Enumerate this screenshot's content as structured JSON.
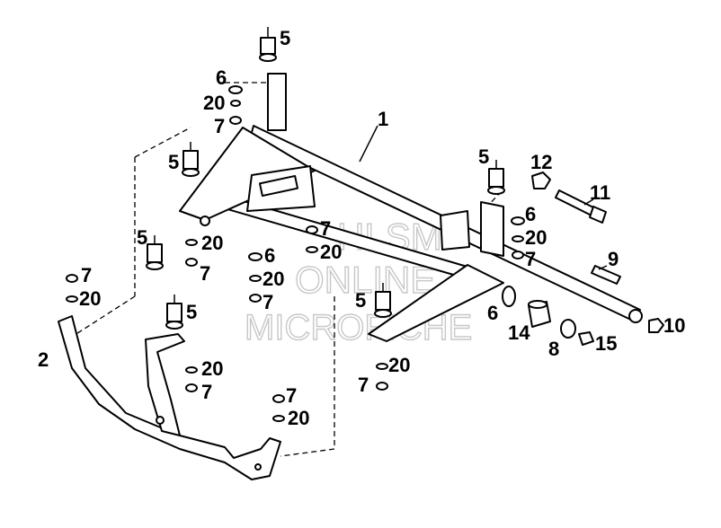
{
  "watermark": {
    "line1": "HLSM",
    "line2": "ONLINE",
    "line3": "MICROFICHE"
  },
  "callouts": [
    {
      "id": "c1",
      "text": "1"
    },
    {
      "id": "c2",
      "text": "2"
    },
    {
      "id": "c5a",
      "text": "5"
    },
    {
      "id": "c6a",
      "text": "6"
    },
    {
      "id": "c20a",
      "text": "20"
    },
    {
      "id": "c7a",
      "text": "7"
    },
    {
      "id": "c5b",
      "text": "5"
    },
    {
      "id": "c5c",
      "text": "5"
    },
    {
      "id": "c20b",
      "text": "20"
    },
    {
      "id": "c7b",
      "text": "7"
    },
    {
      "id": "c7c",
      "text": "7"
    },
    {
      "id": "c20c",
      "text": "20"
    },
    {
      "id": "c5d",
      "text": "5"
    },
    {
      "id": "c20d",
      "text": "20"
    },
    {
      "id": "c7d",
      "text": "7"
    },
    {
      "id": "c7e",
      "text": "7"
    },
    {
      "id": "c20e",
      "text": "20"
    },
    {
      "id": "c7f",
      "text": "7"
    },
    {
      "id": "c20f",
      "text": "20"
    },
    {
      "id": "c6b",
      "text": "6"
    },
    {
      "id": "c20g",
      "text": "20"
    },
    {
      "id": "c7g",
      "text": "7"
    },
    {
      "id": "c5e",
      "text": "5"
    },
    {
      "id": "c20h",
      "text": "20"
    },
    {
      "id": "c7h",
      "text": "7"
    },
    {
      "id": "c5f",
      "text": "5"
    },
    {
      "id": "c12",
      "text": "12"
    },
    {
      "id": "c11",
      "text": "11"
    },
    {
      "id": "c6c",
      "text": "6"
    },
    {
      "id": "c20i",
      "text": "20"
    },
    {
      "id": "c7i",
      "text": "7"
    },
    {
      "id": "c9",
      "text": "9"
    },
    {
      "id": "c6d",
      "text": "6"
    },
    {
      "id": "c14",
      "text": "14"
    },
    {
      "id": "c8",
      "text": "8"
    },
    {
      "id": "c15",
      "text": "15"
    },
    {
      "id": "c10",
      "text": "10"
    }
  ]
}
